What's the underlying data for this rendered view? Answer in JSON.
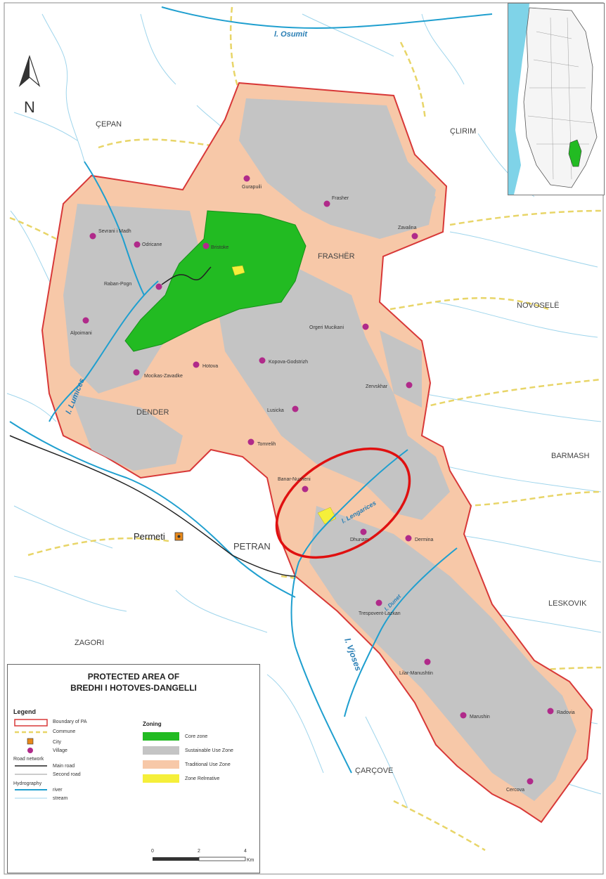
{
  "map": {
    "north_label": "N",
    "rivers": [
      "l. Osumit",
      "l. Lumices",
      "l. Lengarices",
      "l. Vjoses",
      "l. Dunet"
    ],
    "regions": [
      "ÇEPAN",
      "ÇLIRIM",
      "NOVOSELË",
      "BARMASH",
      "LESKOVIK",
      "ÇARÇOVE",
      "ZAGORI",
      "PETRAN",
      "DENDER",
      "FRASHËR"
    ],
    "city": "Permeti",
    "villages": [
      "Gurapuili",
      "Frasher",
      "Zavalina",
      "Sevrani i Madh",
      "Odricane",
      "Bristoke",
      "Raban-Pogn",
      "Alpoimani",
      "Orgeri Mucikani",
      "Mocikas-Zavadke",
      "Hotova",
      "Kopova-Godstrizh",
      "Zervskhar",
      "Lusicka",
      "Tomrelih",
      "Banar-Nuzheni",
      "Dhunam",
      "Dermina",
      "Trespovent-Lazkan",
      "Lilar-Manushtin",
      "Marushin",
      "Radovia",
      "Cercova"
    ]
  },
  "legend": {
    "title_line1": "PROTECTED AREA OF",
    "title_line2": "BREDHI I HOTOVES-DANGELLI",
    "heading": "Legend",
    "items": {
      "boundary": "Boundary of PA",
      "commune": "Commune",
      "city": "City",
      "village": "Village",
      "road_network": "Road network",
      "main_road": "Main road",
      "second_road": "Second road",
      "hydrography": "Hydrography",
      "river": "river",
      "stream": "stream"
    },
    "zoning_heading": "Zoning",
    "zones": {
      "core": "Core zone",
      "sustainable": "Sustainable Use Zone",
      "traditional": "Traditional Use Zone",
      "recreative": "Zone Relreative"
    },
    "scale": {
      "zero": "0",
      "two": "2",
      "four": "4",
      "unit": "Km"
    }
  },
  "colors": {
    "traditional": "#f7c8a8",
    "sustainable": "#c4c4c4",
    "core": "#22bb22",
    "boundary": "#d83838",
    "river": "#1f9fcf",
    "stream": "#9fd5ec",
    "commune": "#e8d568",
    "village": "#b02a8a",
    "highlight": "#e01010"
  }
}
